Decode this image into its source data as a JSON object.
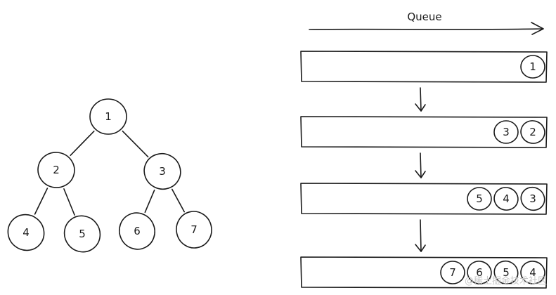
{
  "queue": {
    "title": "Queue",
    "rows": [
      [
        "1"
      ],
      [
        "3",
        "2"
      ],
      [
        "5",
        "4",
        "3"
      ],
      [
        "7",
        "6",
        "5",
        "4"
      ]
    ]
  },
  "tree": {
    "nodes": [
      {
        "id": "1",
        "label": "1"
      },
      {
        "id": "2",
        "label": "2"
      },
      {
        "id": "3",
        "label": "3"
      },
      {
        "id": "4",
        "label": "4"
      },
      {
        "id": "5",
        "label": "5"
      },
      {
        "id": "6",
        "label": "6"
      },
      {
        "id": "7",
        "label": "7"
      }
    ],
    "edges": [
      [
        "1",
        "2"
      ],
      [
        "1",
        "3"
      ],
      [
        "2",
        "4"
      ],
      [
        "2",
        "5"
      ],
      [
        "3",
        "6"
      ],
      [
        "3",
        "7"
      ]
    ]
  },
  "watermark": "@稀土掘金技术社区"
}
